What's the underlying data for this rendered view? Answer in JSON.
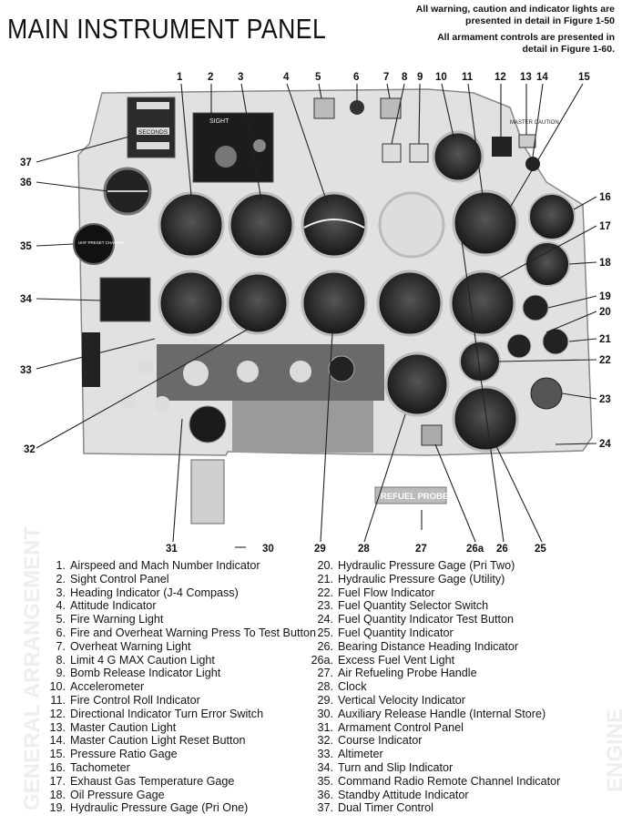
{
  "header": {
    "title": "MAIN INSTRUMENT PANEL",
    "note_warning": "All warning, caution and indicator lights are presented in detail in Figure 1-50",
    "note_armament": "All armament controls are presented in detail in Figure 1-60."
  },
  "panel_labels": {
    "sight": "SIGHT",
    "refuel_probe": "REFUEL PROBE",
    "uhf": "UHF PRESET CHANNEL",
    "seconds": "SECONDS",
    "master_caution": "MASTER CAUTION"
  },
  "callouts": [
    {
      "id": "1",
      "label": "1"
    },
    {
      "id": "2",
      "label": "2"
    },
    {
      "id": "3",
      "label": "3"
    },
    {
      "id": "4",
      "label": "4"
    },
    {
      "id": "5",
      "label": "5"
    },
    {
      "id": "6",
      "label": "6"
    },
    {
      "id": "7",
      "label": "7"
    },
    {
      "id": "8",
      "label": "8"
    },
    {
      "id": "9",
      "label": "9"
    },
    {
      "id": "10",
      "label": "10"
    },
    {
      "id": "11",
      "label": "11"
    },
    {
      "id": "12",
      "label": "12"
    },
    {
      "id": "13",
      "label": "13"
    },
    {
      "id": "14",
      "label": "14"
    },
    {
      "id": "15",
      "label": "15"
    },
    {
      "id": "16",
      "label": "16"
    },
    {
      "id": "17",
      "label": "17"
    },
    {
      "id": "18",
      "label": "18"
    },
    {
      "id": "19",
      "label": "19"
    },
    {
      "id": "20",
      "label": "20"
    },
    {
      "id": "21",
      "label": "21"
    },
    {
      "id": "22",
      "label": "22"
    },
    {
      "id": "23",
      "label": "23"
    },
    {
      "id": "24",
      "label": "24"
    },
    {
      "id": "25",
      "label": "25"
    },
    {
      "id": "26",
      "label": "26"
    },
    {
      "id": "26a",
      "label": "26a"
    },
    {
      "id": "27",
      "label": "27"
    },
    {
      "id": "28",
      "label": "28"
    },
    {
      "id": "29",
      "label": "29"
    },
    {
      "id": "30",
      "label": "30"
    },
    {
      "id": "31",
      "label": "31"
    },
    {
      "id": "32",
      "label": "32"
    },
    {
      "id": "33",
      "label": "33"
    },
    {
      "id": "34",
      "label": "34"
    },
    {
      "id": "35",
      "label": "35"
    },
    {
      "id": "36",
      "label": "36"
    },
    {
      "id": "37",
      "label": "37"
    }
  ],
  "legend_left": [
    {
      "num": "1.",
      "text": "Airspeed and Mach Number Indicator"
    },
    {
      "num": "2.",
      "text": "Sight Control Panel"
    },
    {
      "num": "3.",
      "text": "Heading Indicator (J-4 Compass)"
    },
    {
      "num": "4.",
      "text": "Attitude Indicator"
    },
    {
      "num": "5.",
      "text": "Fire Warning Light"
    },
    {
      "num": "6.",
      "text": "Fire and Overheat Warning Press To Test Button"
    },
    {
      "num": "7.",
      "text": "Overheat Warning Light"
    },
    {
      "num": "8.",
      "text": "Limit 4 G MAX Caution Light"
    },
    {
      "num": "9.",
      "text": "Bomb Release Indicator Light"
    },
    {
      "num": "10.",
      "text": "Accelerometer"
    },
    {
      "num": "11.",
      "text": "Fire Control Roll Indicator"
    },
    {
      "num": "12.",
      "text": "Directional Indicator Turn Error Switch"
    },
    {
      "num": "13.",
      "text": "Master Caution Light"
    },
    {
      "num": "14.",
      "text": "Master Caution Light Reset Button"
    },
    {
      "num": "15.",
      "text": "Pressure Ratio Gage"
    },
    {
      "num": "16.",
      "text": "Tachometer"
    },
    {
      "num": "17.",
      "text": "Exhaust Gas Temperature Gage"
    },
    {
      "num": "18.",
      "text": "Oil Pressure Gage"
    },
    {
      "num": "19.",
      "text": "Hydraulic Pressure Gage (Pri One)"
    }
  ],
  "legend_right": [
    {
      "num": "20.",
      "text": "Hydraulic Pressure Gage (Pri Two)"
    },
    {
      "num": "21.",
      "text": "Hydraulic Pressure Gage (Utility)"
    },
    {
      "num": "22.",
      "text": "Fuel Flow Indicator"
    },
    {
      "num": "23.",
      "text": "Fuel Quantity Selector Switch"
    },
    {
      "num": "24.",
      "text": "Fuel Quantity Indicator Test Button"
    },
    {
      "num": "25.",
      "text": "Fuel Quantity Indicator"
    },
    {
      "num": "26.",
      "text": "Bearing Distance Heading Indicator"
    },
    {
      "num": "26a.",
      "text": "Excess Fuel Vent Light"
    },
    {
      "num": "27.",
      "text": "Air Refueling Probe Handle"
    },
    {
      "num": "28.",
      "text": "Clock"
    },
    {
      "num": "29.",
      "text": "Vertical Velocity Indicator"
    },
    {
      "num": "30.",
      "text": "Auxiliary Release Handle (Internal Store)"
    },
    {
      "num": "31.",
      "text": "Armament Control Panel"
    },
    {
      "num": "32.",
      "text": "Course Indicator"
    },
    {
      "num": "33.",
      "text": "Altimeter"
    },
    {
      "num": "34.",
      "text": "Turn and Slip Indicator"
    },
    {
      "num": "35.",
      "text": "Command Radio Remote Channel Indicator"
    },
    {
      "num": "36.",
      "text": "Standby Attitude Indicator"
    },
    {
      "num": "37.",
      "text": "Dual Timer Control"
    }
  ],
  "side_watermarks": {
    "left": "GENERAL ARRANGEMENT",
    "right": "ENGINE"
  }
}
